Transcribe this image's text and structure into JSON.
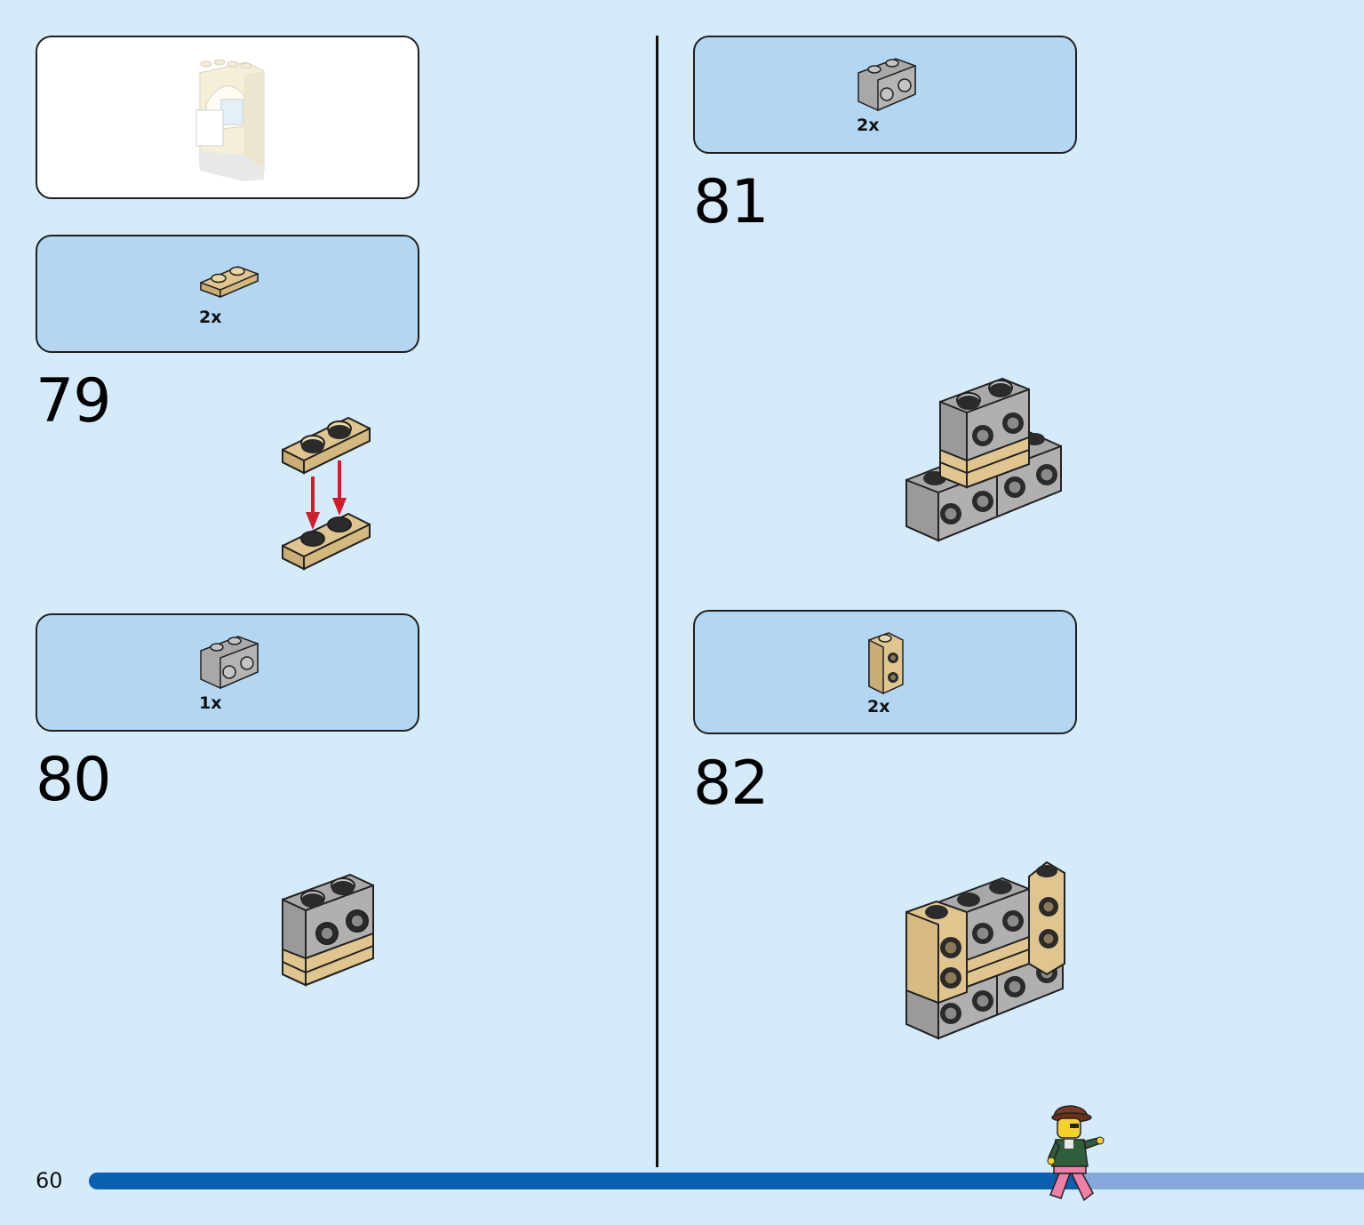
{
  "page": {
    "page_number": "60",
    "progress_fraction": 0.78
  },
  "steps": [
    {
      "number": "79",
      "parts_qty": "2x",
      "part": "tan-1x2-plate"
    },
    {
      "number": "80",
      "parts_qty": "1x",
      "part": "gray-1x2-brick-with-studs-on-side"
    },
    {
      "number": "81",
      "parts_qty": "2x",
      "part": "gray-1x2-brick-with-studs-on-side"
    },
    {
      "number": "82",
      "parts_qty": "2x",
      "part": "tan-1x1-brick-with-studs-on-two-sides"
    }
  ],
  "colors": {
    "background": "#d5ebfa",
    "parts_box": "#b3d7f3",
    "tan": "#e0c58f",
    "gray": "#a8a8a8",
    "arrow": "#d01d2a",
    "progress_done": "#0a5fb0",
    "progress_remaining": "#87a8dc"
  },
  "icons": [
    "overview-model-icon",
    "red-arrow-icon",
    "minifigure-icon"
  ]
}
